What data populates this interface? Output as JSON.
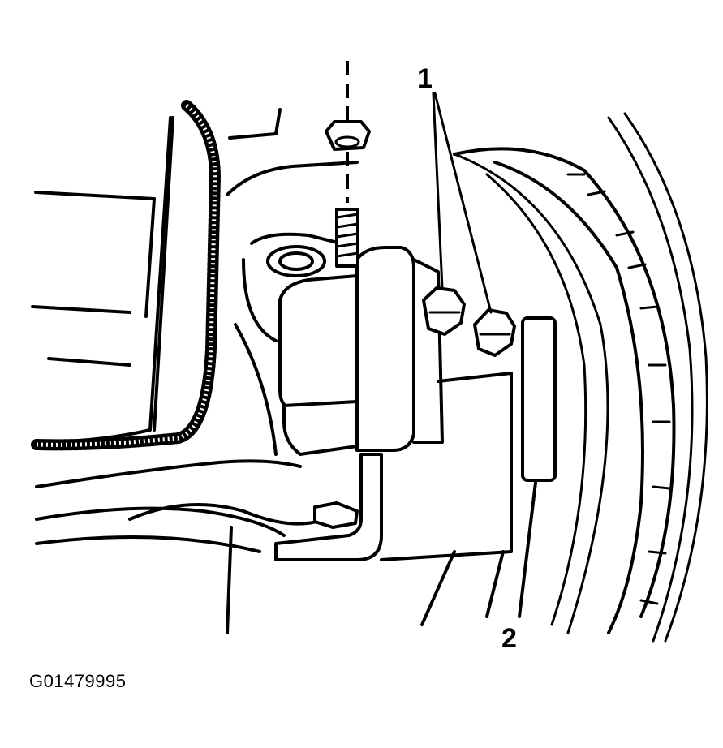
{
  "callouts": {
    "bolts": "1",
    "bracket": "2"
  },
  "figure_id": "G01479995",
  "icons": [
    "caliper-illustration",
    "brake-rotor",
    "mounting-bolt",
    "nut",
    "stud",
    "leader-line"
  ]
}
